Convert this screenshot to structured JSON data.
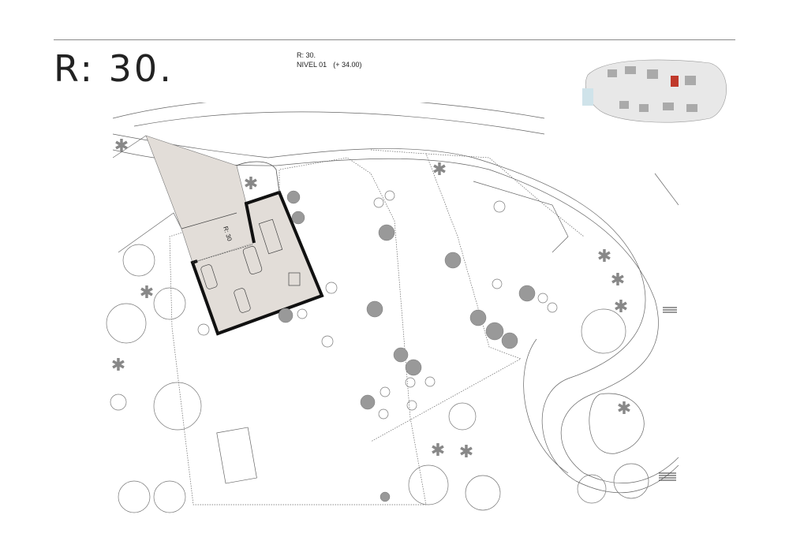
{
  "header": {
    "title": "R: 30.",
    "subtitle_ref": "R: 30.",
    "level_label": "NIVEL 01",
    "level_elevation": "(+ 34.00)"
  },
  "plan": {
    "unit_label": "R: 30",
    "colors": {
      "highlight_fill": "#e2ddd8",
      "wall": "#111111",
      "line": "#555555",
      "tree": "#8e8e8e",
      "keyplan_highlight": "#c0392b"
    }
  }
}
